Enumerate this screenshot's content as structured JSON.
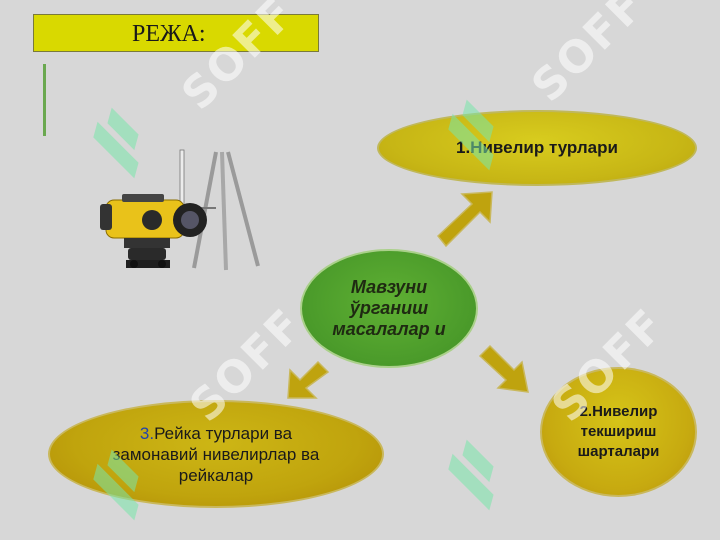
{
  "title": "РЕЖА:",
  "nodes": {
    "top": "1.Нивелир турлари",
    "center": "Мавзуни ўрганиш масалалар и",
    "right": "2.Нивелир текшириш шарталари",
    "left_prefix": "3.",
    "left_text": "Рейка турлари ва замонавий нивелирлар ва рейкалар"
  },
  "watermark": "SOFF",
  "colors": {
    "background": "#d7d7d7",
    "title_fill": "#d9d900",
    "yellow_node": "#c7b615",
    "green_node": "#4a9a2a",
    "arrow": "#bfa30e"
  }
}
